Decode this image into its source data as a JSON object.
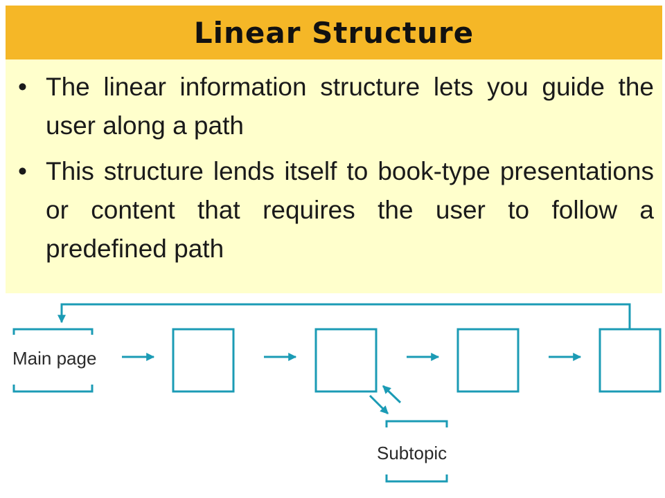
{
  "slide": {
    "title": "Linear Structure",
    "bullets": [
      "The linear information structure lets you guide the user along a path",
      "This structure lends itself to book-type presentations or content that requires the user to follow a predefined path"
    ]
  },
  "diagram": {
    "main_page_label": "Main page",
    "subtopic_label": "Subtopic",
    "line_color": "#1b9bb5"
  }
}
